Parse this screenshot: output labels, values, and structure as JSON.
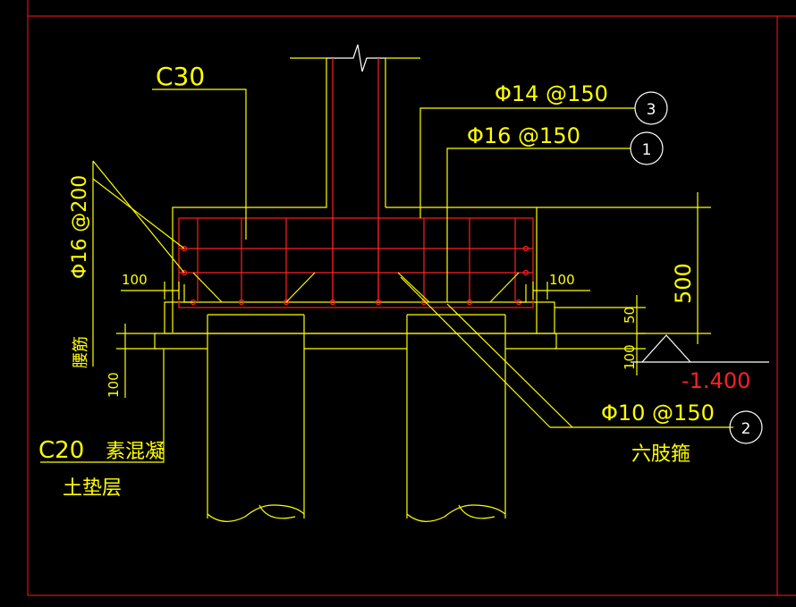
{
  "labels": {
    "concrete_grade_cap": "C30",
    "rebar_top": "Φ14 @150",
    "rebar_bottom": "Φ16 @150",
    "rebar_side": "Φ16 @200",
    "rebar_side_note": "腰筋",
    "stirrup": "Φ10 @150",
    "stirrup_note": "六肢箍",
    "cushion_grade": "C20",
    "cushion_material": "素混凝",
    "cushion_note": "土垫层"
  },
  "dimensions": {
    "left_cover": "100",
    "right_cover": "100",
    "left_cushion": "100",
    "right_cushion": "100",
    "bottom_offset": "50",
    "cap_height": "500"
  },
  "elevation": "-1.400",
  "callouts": {
    "top_rebar": "3",
    "bottom_rebar": "1",
    "stirrup": "2"
  },
  "colors": {
    "background": "#000000",
    "lines": "#ffff00",
    "rebar": "#ff2020",
    "callout": "#ffffff",
    "frame": "#ff1a1a"
  }
}
